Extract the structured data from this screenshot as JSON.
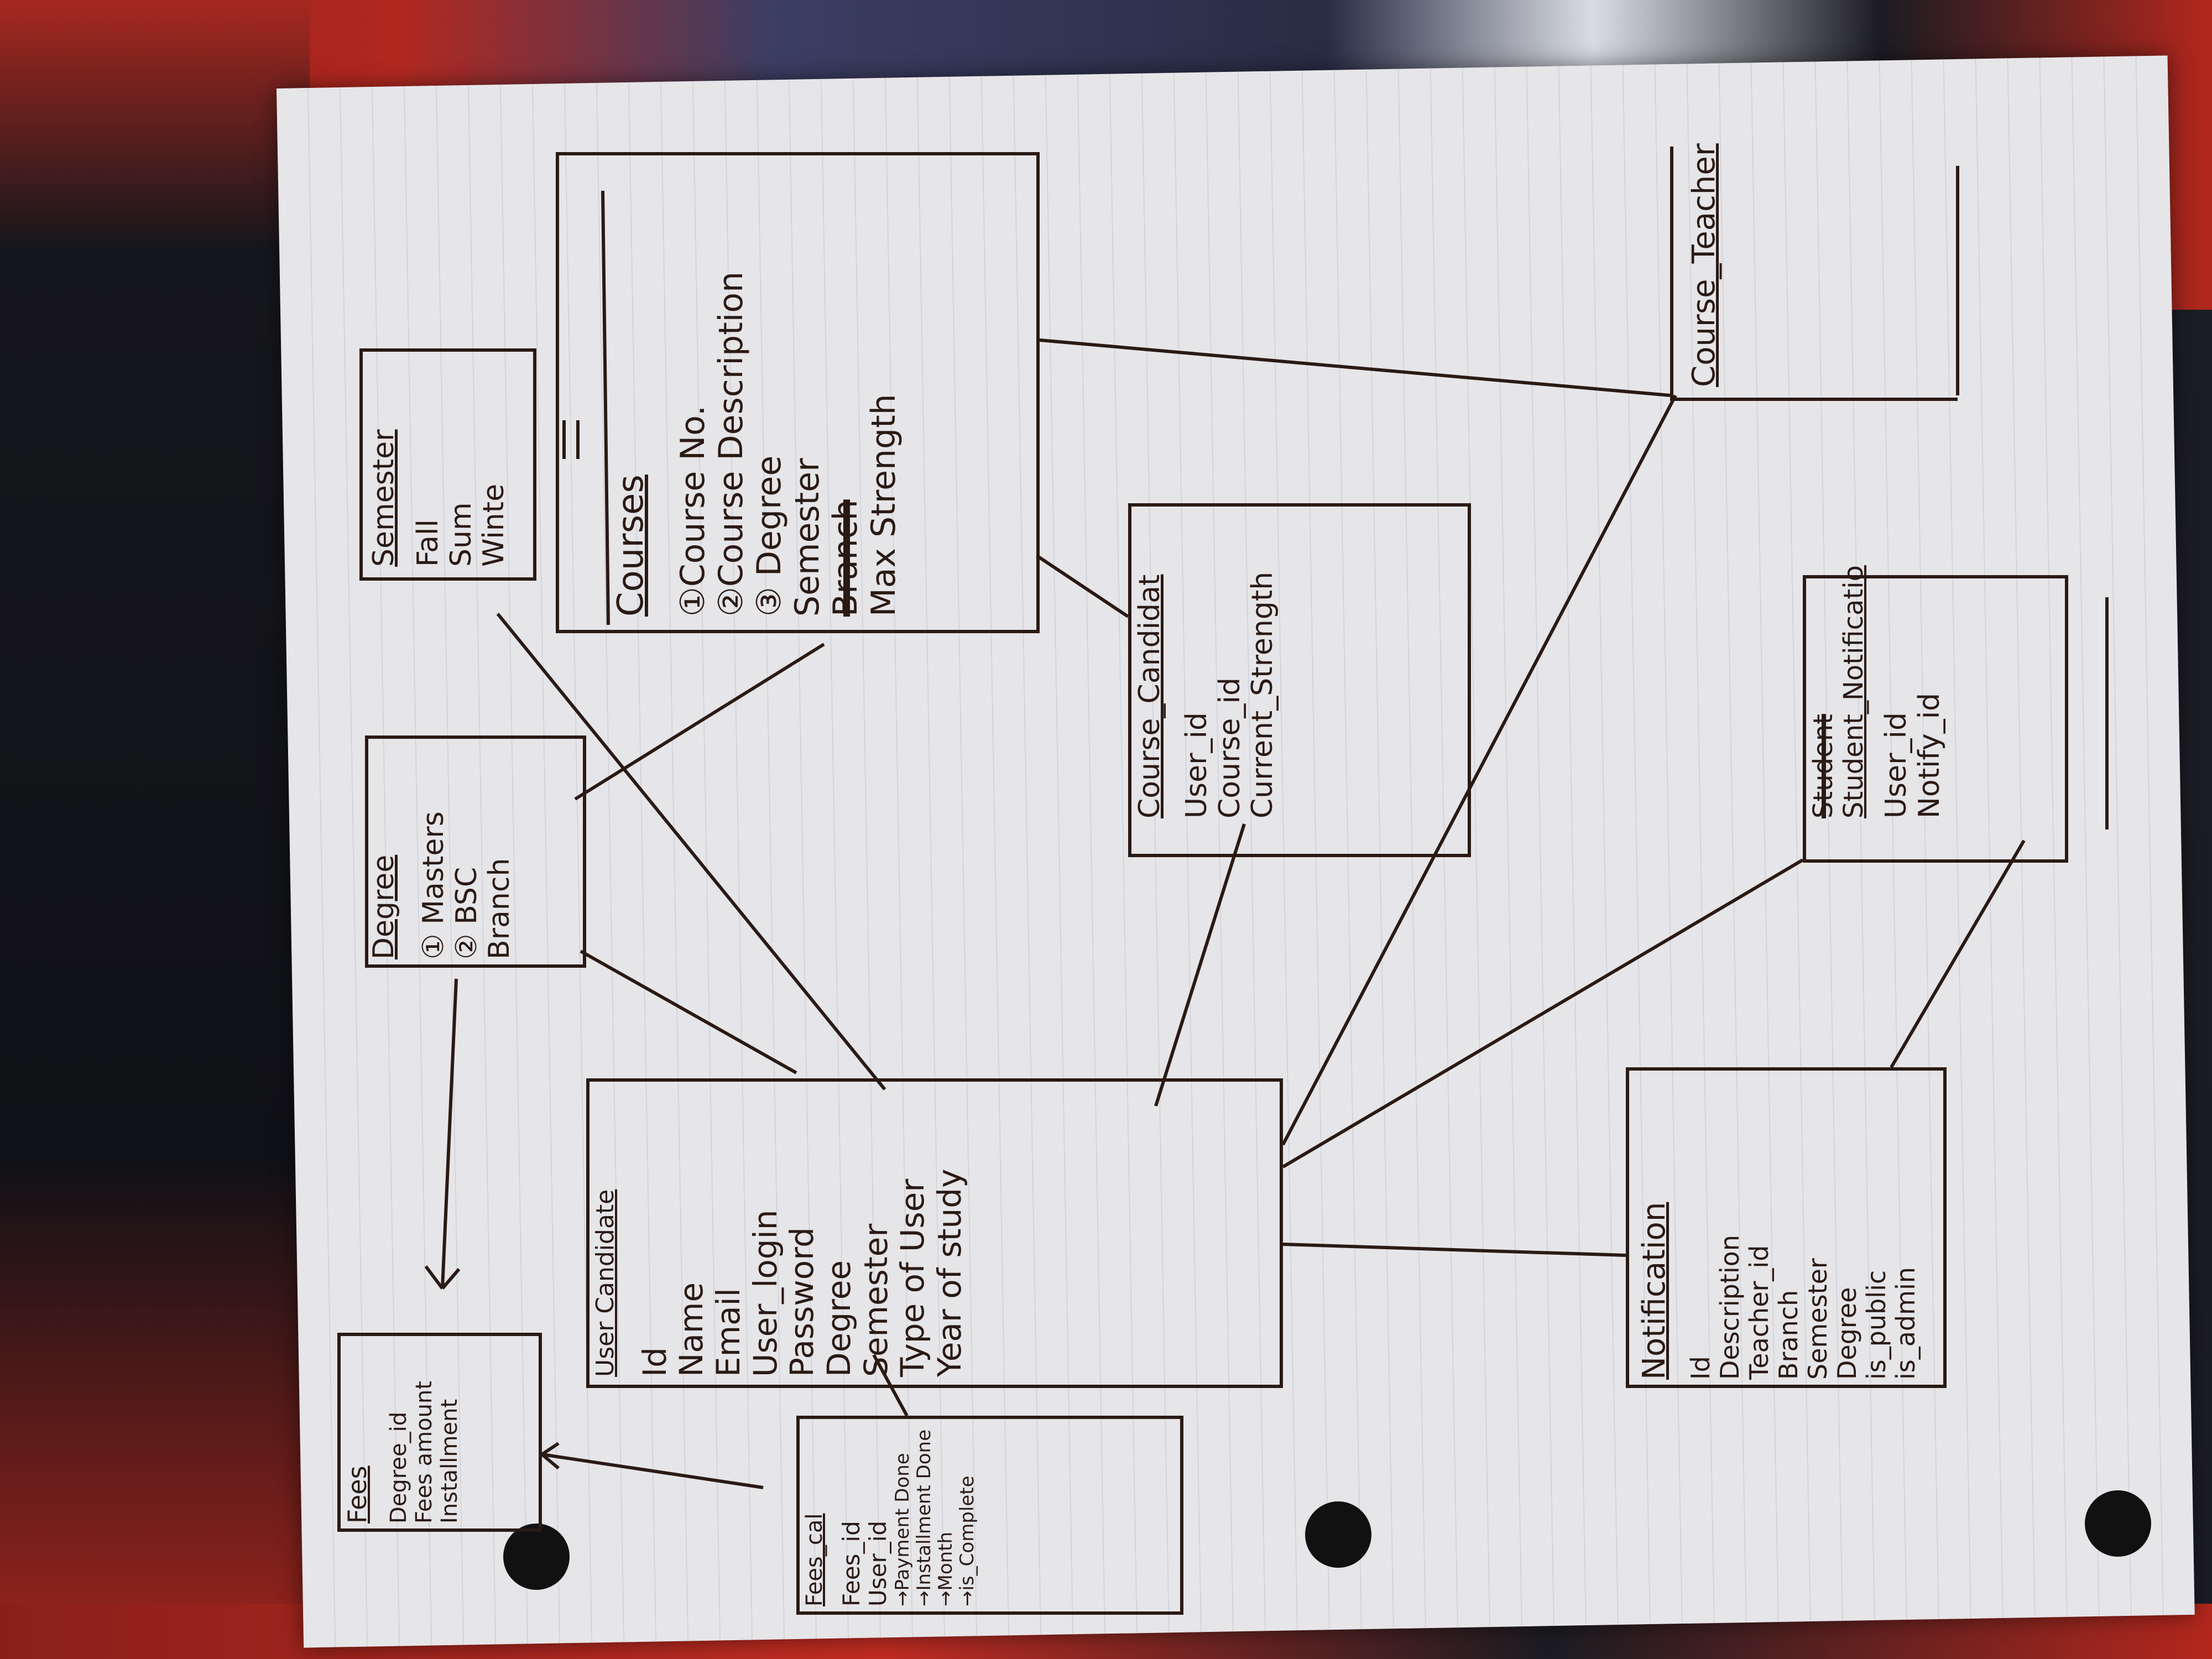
{
  "diagram": {
    "entities": {
      "courses": {
        "title": "Courses",
        "fields": [
          "①Course No.",
          "②Course Description",
          "③ Degree",
          "Semester",
          "Branch",
          "Max Strength"
        ]
      },
      "semester": {
        "title": "Semester",
        "fields": [
          "Fall",
          "Sum",
          "Winte"
        ]
      },
      "degree": {
        "title": "Degree",
        "fields": [
          "① Masters",
          "② BSC",
          "Branch"
        ]
      },
      "course_teacher": {
        "title": "Course_Teacher"
      },
      "course_candidate": {
        "title": "Course_Candidat",
        "fields": [
          "User_id",
          "Course_id",
          "Current_Strength"
        ]
      },
      "student_notification": {
        "title_struck": "Student",
        "title": "Student_Notificatio",
        "fields": [
          "User_id",
          "Notify_id"
        ]
      },
      "user": {
        "title": "User Candidate",
        "fields": [
          "Id",
          "Name",
          "Email",
          "User_login",
          "Password",
          "Degree",
          "Semester",
          "Type of User",
          "Year of study"
        ]
      },
      "notification": {
        "title": "Notification",
        "fields": [
          "Id",
          "Description",
          "Teacher_id",
          "Branch",
          "Semester",
          "Degree",
          "is_public",
          "is_admin"
        ]
      },
      "fees": {
        "title": "Fees",
        "fields": [
          "Degree_id",
          "Fees amount",
          "Installment"
        ]
      },
      "fees_cal": {
        "title": "Fees_cal",
        "fields": [
          "Fees_id",
          "User_id",
          "→Payment Done",
          "→Installment Done",
          "→Month",
          "→is_Complete"
        ]
      }
    }
  }
}
